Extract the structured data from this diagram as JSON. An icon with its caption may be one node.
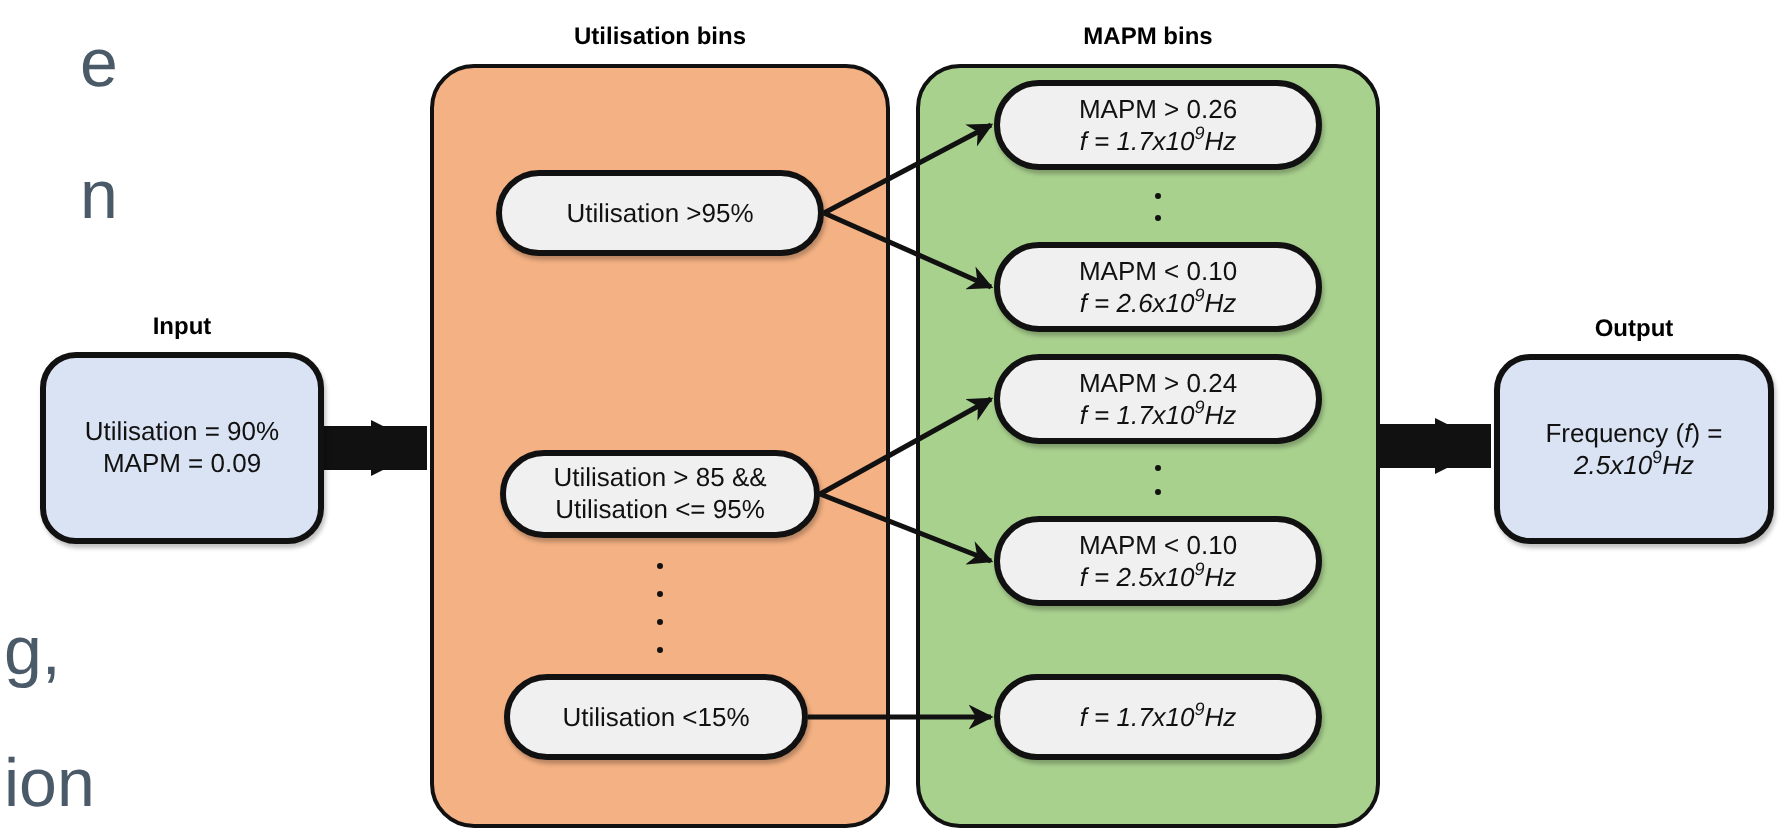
{
  "diagram": {
    "nodes": [
      {
        "text": [
          "Input",
          "Utilisation = 90% MAPM = 0.09"
        ]
      },
      {
        "text": [
          "Utilisation bins"
        ]
      },
      {
        "text": [
          "Utilisation >95%"
        ],
        "in": 1
      },
      {
        "text": [
          "Utilisation > 85 && Utilisation <= 95%"
        ],
        "in": 1
      },
      {
        "text": [
          "Utilisation <15%"
        ],
        "in": 1
      },
      {
        "text": [
          "MAPM bins"
        ]
      },
      {
        "text": [
          "MAPM > 0.26",
          "f = 1.7x10$^{9}$Hz"
        ],
        "in": 5
      },
      {
        "text": [
          "MAPM < 0.10",
          "f = 2.6x10$^{9}$Hz"
        ],
        "in": 5
      },
      {
        "text": [
          "MAPM > 0.24",
          "f = 1.7x10$^{9}$Hz"
        ],
        "in": 5
      },
      {
        "text": [
          "MAPM < 0.10",
          "f = 2.5x10$^{9}$Hz"
        ],
        "in": 5
      },
      {
        "text": [
          "f = 1.7x10$^{9}$Hz"
        ],
        "in": 5
      },
      {
        "text": [
          "Output",
          "Frequency (*f*) = *2.5x10*$^{9}$*Hz*"
        ]
      }
    ],
    "edges": [
      {
        "from": 0,
        "to": 1,
        "arrow": "to",
        "style": "thick"
      },
      {
        "from": 2,
        "to": 6,
        "arrow": "to"
      },
      {
        "from": 2,
        "to": 7,
        "arrow": "to"
      },
      {
        "from": 3,
        "to": 8,
        "arrow": "to"
      },
      {
        "from": 3,
        "to": 9,
        "arrow": "to"
      },
      {
        "from": 4,
        "to": 10,
        "arrow": "to"
      },
      {
        "from": 5,
        "to": 11,
        "arrow": "to",
        "style": "thick"
      }
    ],
    "labels": [
      "e",
      "n",
      "g,",
      "ion"
    ]
  }
}
